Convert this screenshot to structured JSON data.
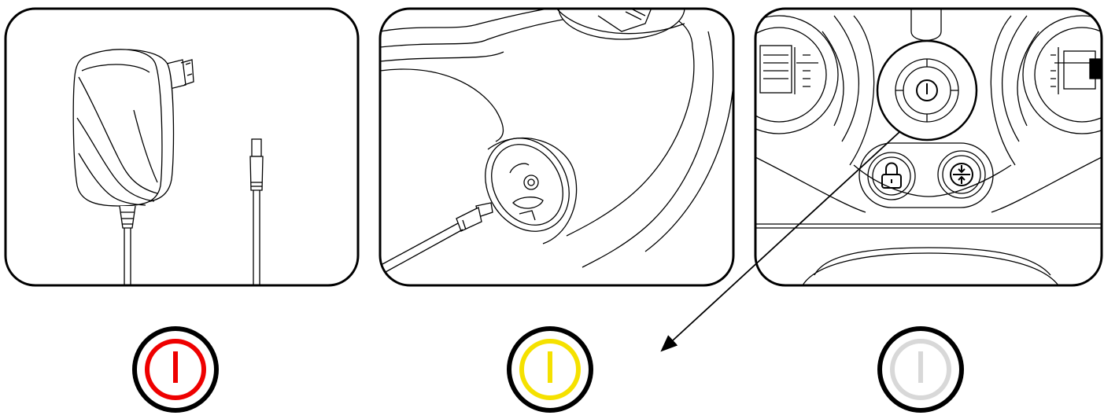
{
  "panels": [
    {
      "id": "charger",
      "subject": "power-adapter-with-plug"
    },
    {
      "id": "port",
      "subject": "device-charging-port-with-plug"
    },
    {
      "id": "controls",
      "subject": "power-lock-and-height-buttons"
    }
  ],
  "indicators": [
    {
      "state": "red",
      "ring_color": "#000000",
      "symbol_color": "#ee0000"
    },
    {
      "state": "yellow",
      "ring_color": "#000000",
      "symbol_color": "#f5e100"
    },
    {
      "state": "white",
      "ring_color": "#000000",
      "symbol_color": "#d8d8d8"
    }
  ],
  "colors": {
    "line": "#000000",
    "background": "#ffffff"
  },
  "icons": [
    "power-icon",
    "lock-icon",
    "height-adjust-icon",
    "arrow-icon"
  ]
}
